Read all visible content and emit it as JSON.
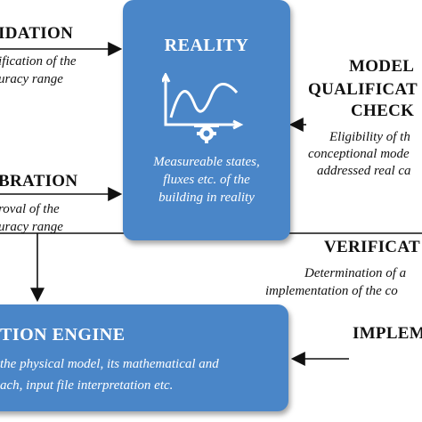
{
  "reality": {
    "title": "REALITY",
    "lines": [
      "Measureable states,",
      "fluxes etc. of the",
      "building in reality"
    ]
  },
  "validation": {
    "heading": "IDATION",
    "lines": [
      "ification of the",
      "uracy range"
    ]
  },
  "calibration": {
    "heading": "BRATION",
    "lines": [
      "roval of the",
      "uracy range"
    ]
  },
  "model_check": {
    "heading_lines": [
      "MODEL",
      "QUALIFICAT",
      "CHECK"
    ],
    "lines": [
      "Eligibility of th",
      "conceptional mode",
      "addressed real ca"
    ]
  },
  "verification": {
    "heading": "VERIFICAT",
    "lines": [
      "Determination of a",
      "implementation of the co"
    ]
  },
  "engine": {
    "title": "TION ENGINE",
    "lines": [
      "the physical model, its mathematical and",
      "ach, input file interpretation etc."
    ]
  },
  "implementation": {
    "heading": "IMPLEM"
  },
  "colors": {
    "box_fill": "#4a86c8",
    "line": "#111111"
  }
}
